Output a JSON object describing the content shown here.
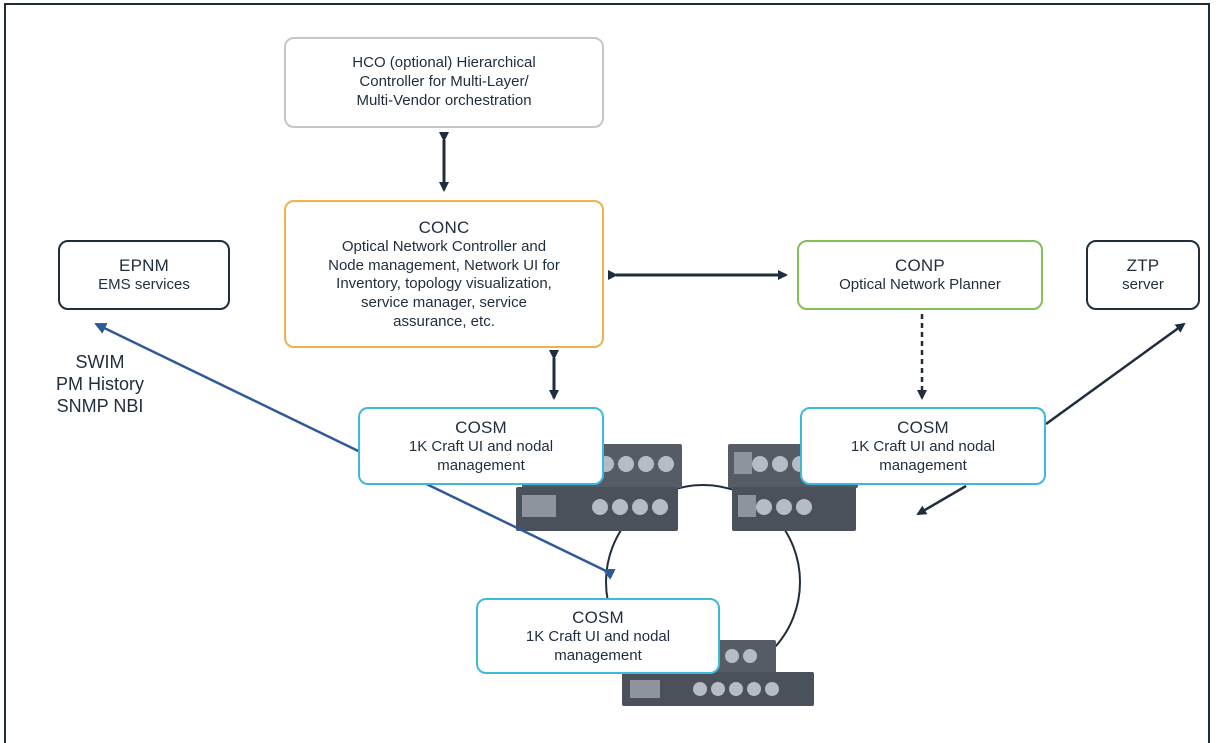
{
  "hco": {
    "lines": [
      "HCO (optional) Hierarchical",
      "Controller for Multi-Layer/",
      "Multi-Vendor orchestration"
    ]
  },
  "conc": {
    "title": "CONC",
    "lines": [
      "Optical Network Controller and",
      "Node management, Network UI for",
      "Inventory, topology visualization,",
      "service manager, service",
      "assurance, etc."
    ]
  },
  "epnm": {
    "title": "EPNM",
    "subtitle": "EMS services"
  },
  "conp": {
    "title": "CONP",
    "subtitle": "Optical Network Planner"
  },
  "ztp": {
    "title": "ZTP",
    "subtitle": "server"
  },
  "cosm_nodes": [
    {
      "title": "COSM",
      "lines": [
        "1K Craft UI and nodal",
        "management"
      ]
    },
    {
      "title": "COSM",
      "lines": [
        "1K Craft UI and nodal",
        "management"
      ]
    },
    {
      "title": "COSM",
      "lines": [
        "1K Craft UI and nodal",
        "management"
      ]
    }
  ],
  "epnm_functions": [
    "SWIM",
    "PM History",
    "SNMP NBI"
  ],
  "colors": {
    "dark": "#1f2d3d",
    "hco_border": "#c6c6c6",
    "conc_border": "#f0b34c",
    "conp_border": "#83bf58",
    "cosm_border": "#3eb9dc",
    "epnm_link": "#2f5a9a"
  }
}
